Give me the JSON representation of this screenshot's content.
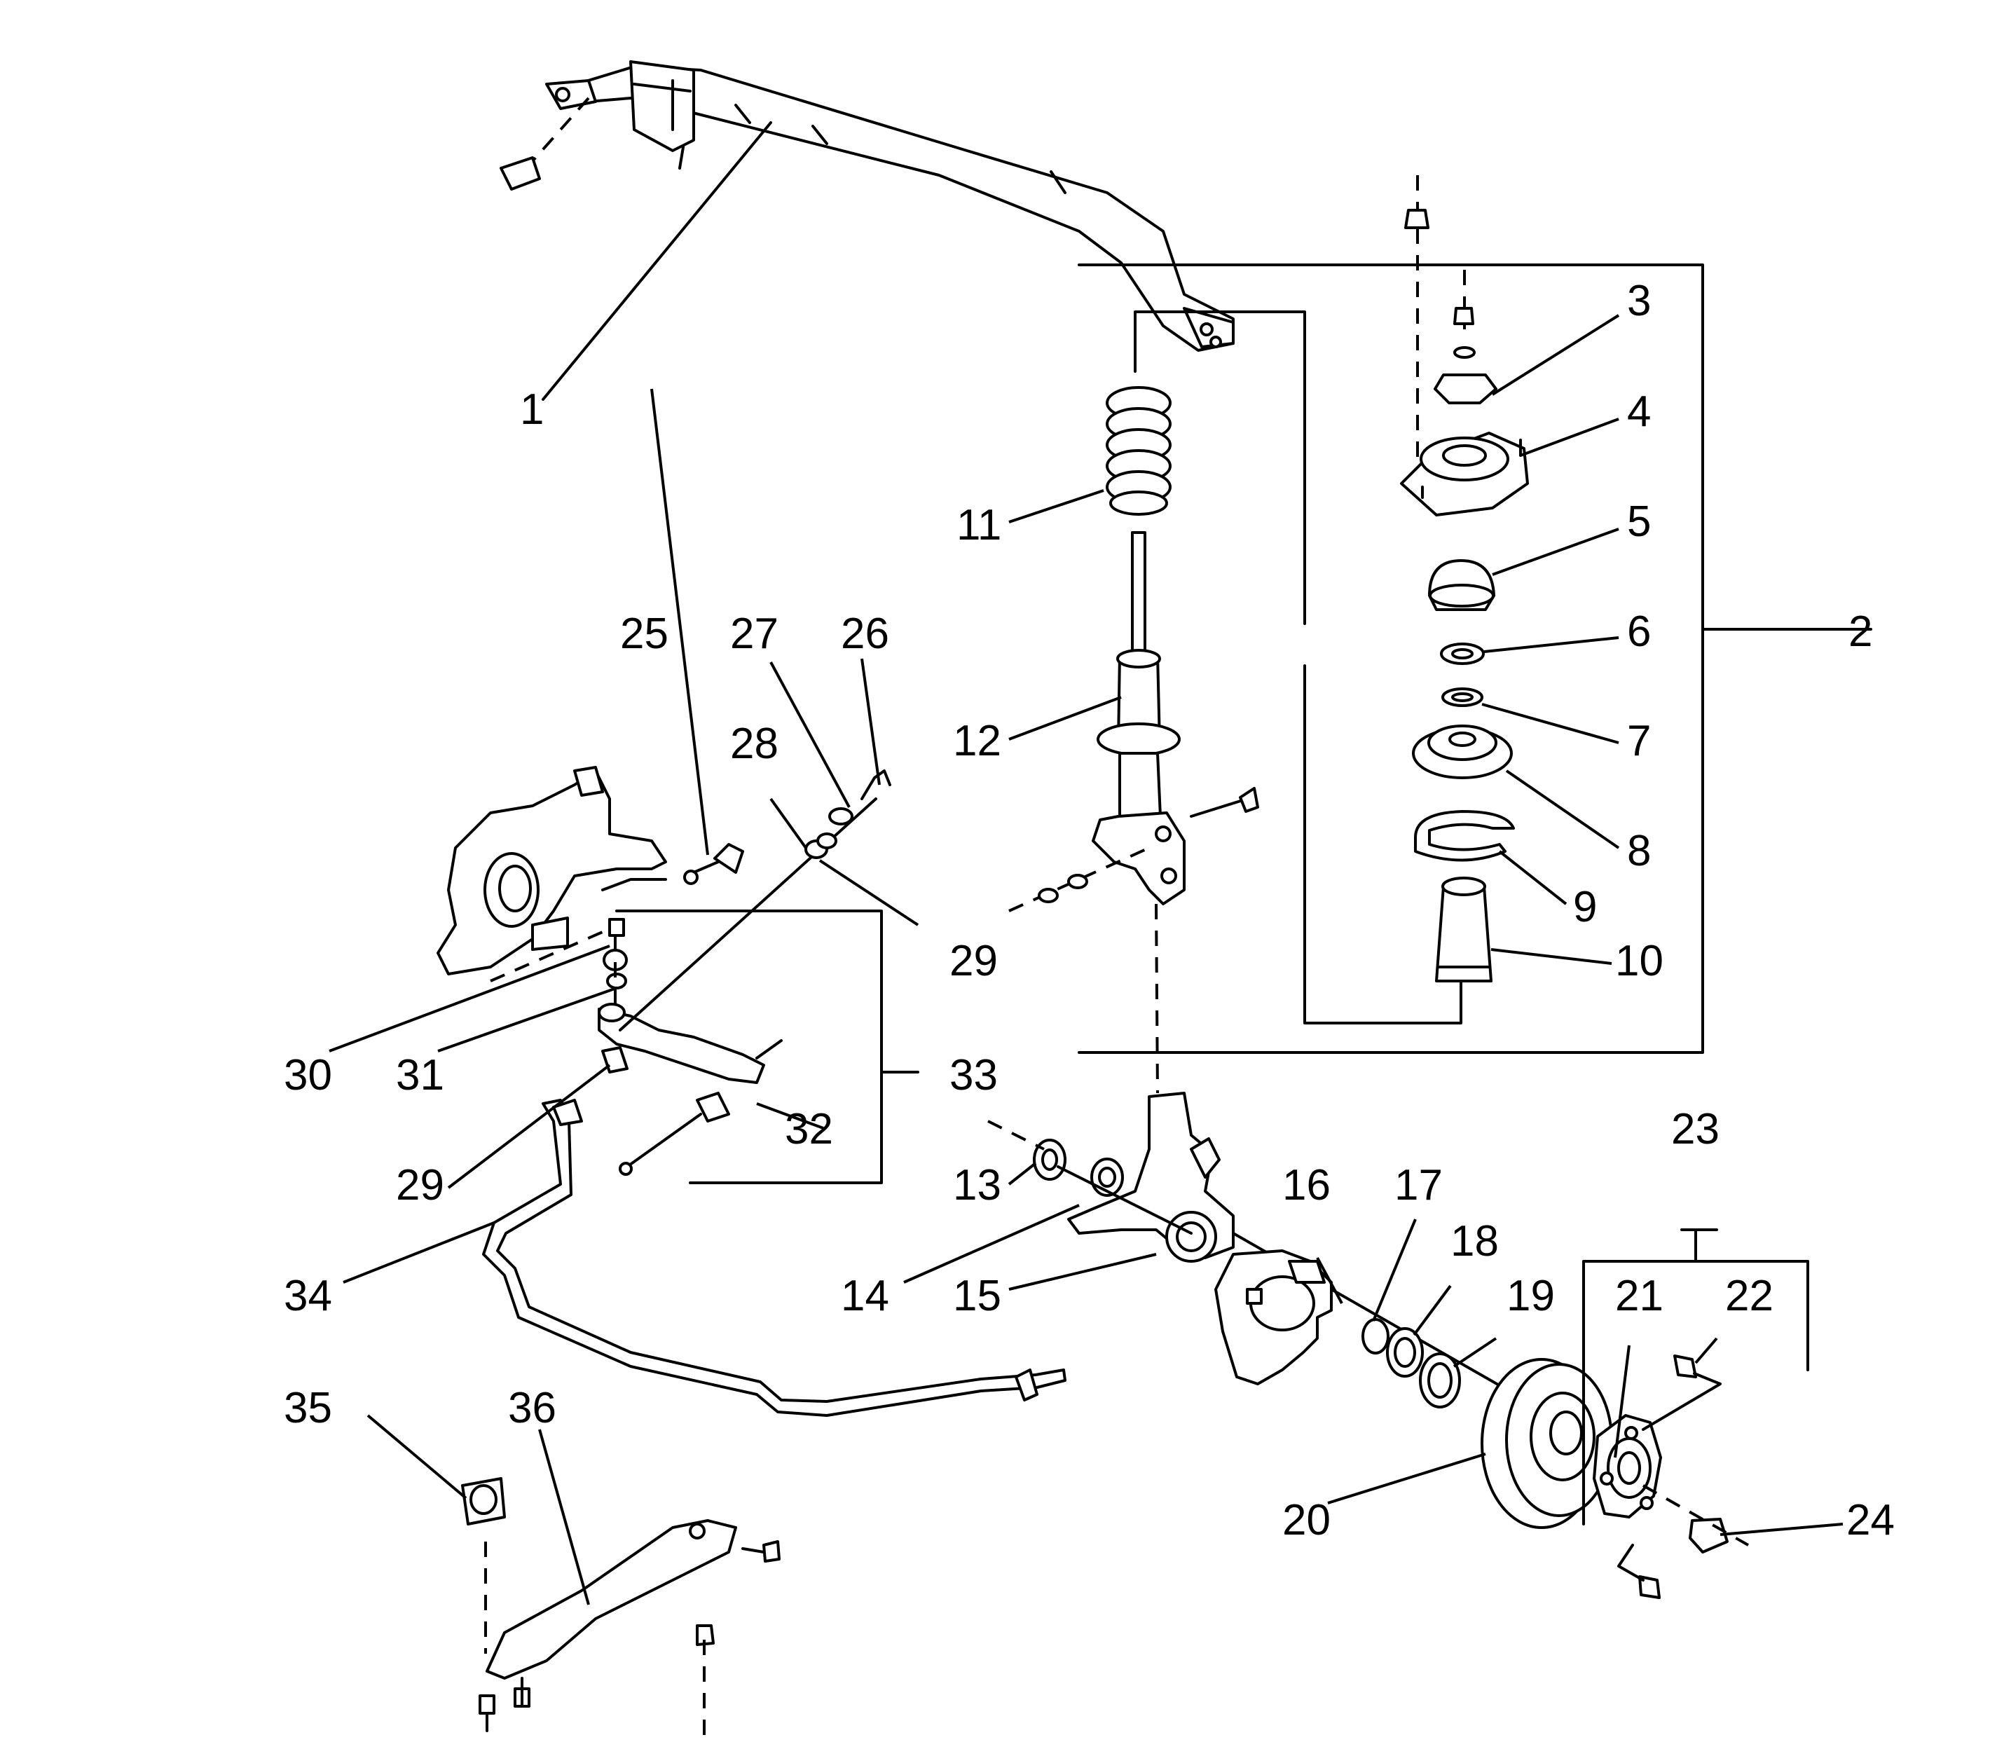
{
  "diagram": {
    "callouts": [
      {
        "id": "c1",
        "text": "1"
      },
      {
        "id": "c2",
        "text": "2"
      },
      {
        "id": "c3",
        "text": "3"
      },
      {
        "id": "c4",
        "text": "4"
      },
      {
        "id": "c5",
        "text": "5"
      },
      {
        "id": "c6",
        "text": "6"
      },
      {
        "id": "c7",
        "text": "7"
      },
      {
        "id": "c8",
        "text": "8"
      },
      {
        "id": "c9",
        "text": "9"
      },
      {
        "id": "c10",
        "text": "10"
      },
      {
        "id": "c11",
        "text": "11"
      },
      {
        "id": "c12",
        "text": "12"
      },
      {
        "id": "c13",
        "text": "13"
      },
      {
        "id": "c14",
        "text": "14"
      },
      {
        "id": "c15",
        "text": "15"
      },
      {
        "id": "c16",
        "text": "16"
      },
      {
        "id": "c17",
        "text": "17"
      },
      {
        "id": "c18",
        "text": "18"
      },
      {
        "id": "c19",
        "text": "19"
      },
      {
        "id": "c20",
        "text": "20"
      },
      {
        "id": "c21",
        "text": "21"
      },
      {
        "id": "c22",
        "text": "22"
      },
      {
        "id": "c23",
        "text": "23"
      },
      {
        "id": "c24",
        "text": "24"
      },
      {
        "id": "c25",
        "text": "25"
      },
      {
        "id": "c26",
        "text": "26"
      },
      {
        "id": "c27",
        "text": "27"
      },
      {
        "id": "c28",
        "text": "28"
      },
      {
        "id": "c29a",
        "text": "29"
      },
      {
        "id": "c29b",
        "text": "29"
      },
      {
        "id": "c30",
        "text": "30"
      },
      {
        "id": "c31",
        "text": "31"
      },
      {
        "id": "c32",
        "text": "32"
      },
      {
        "id": "c33",
        "text": "33"
      },
      {
        "id": "c34",
        "text": "34"
      },
      {
        "id": "c35",
        "text": "35"
      },
      {
        "id": "c36",
        "text": "36"
      }
    ]
  }
}
